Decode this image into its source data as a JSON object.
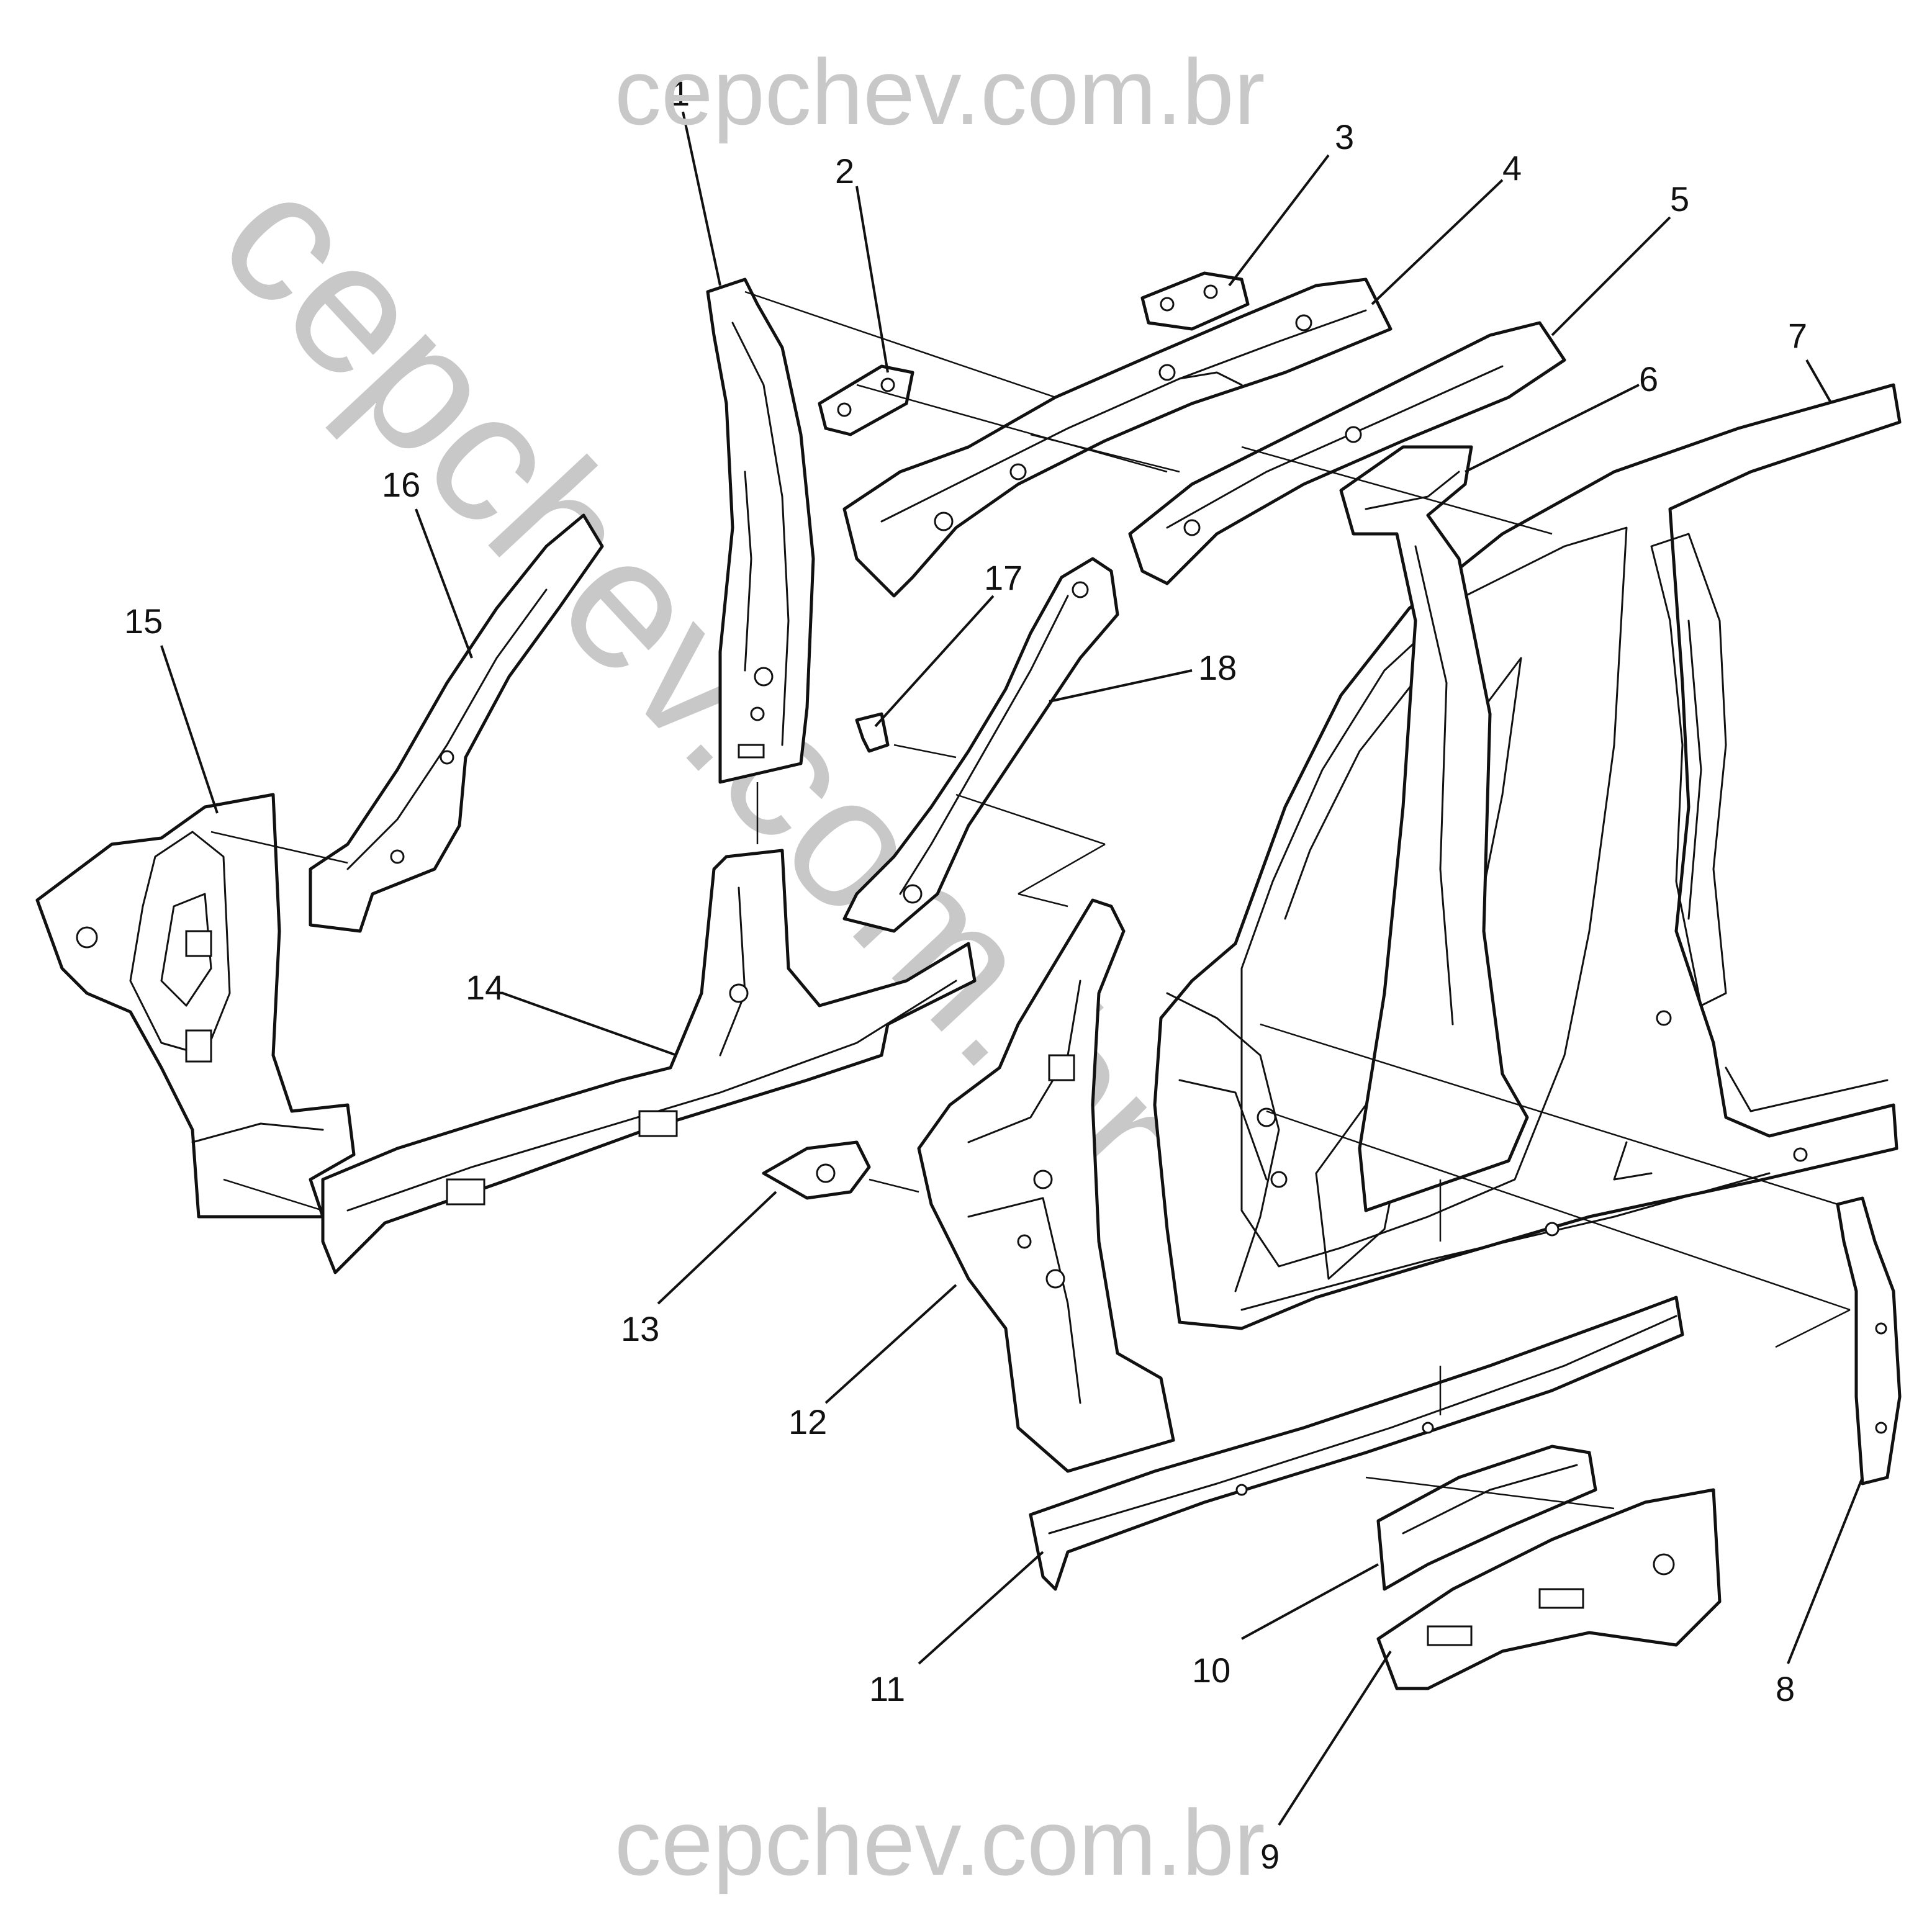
{
  "watermark": {
    "top": "cepchev.com.br",
    "bottom": "cepchev.com.br",
    "diagonal": "cepchev.com.br",
    "color": "#c8c8c8"
  },
  "callouts": [
    "1",
    "2",
    "3",
    "4",
    "5",
    "6",
    "7",
    "8",
    "9",
    "10",
    "11",
    "12",
    "13",
    "14",
    "15",
    "16",
    "17",
    "18"
  ],
  "colors": {
    "line": "#111111",
    "background": "#ffffff"
  }
}
